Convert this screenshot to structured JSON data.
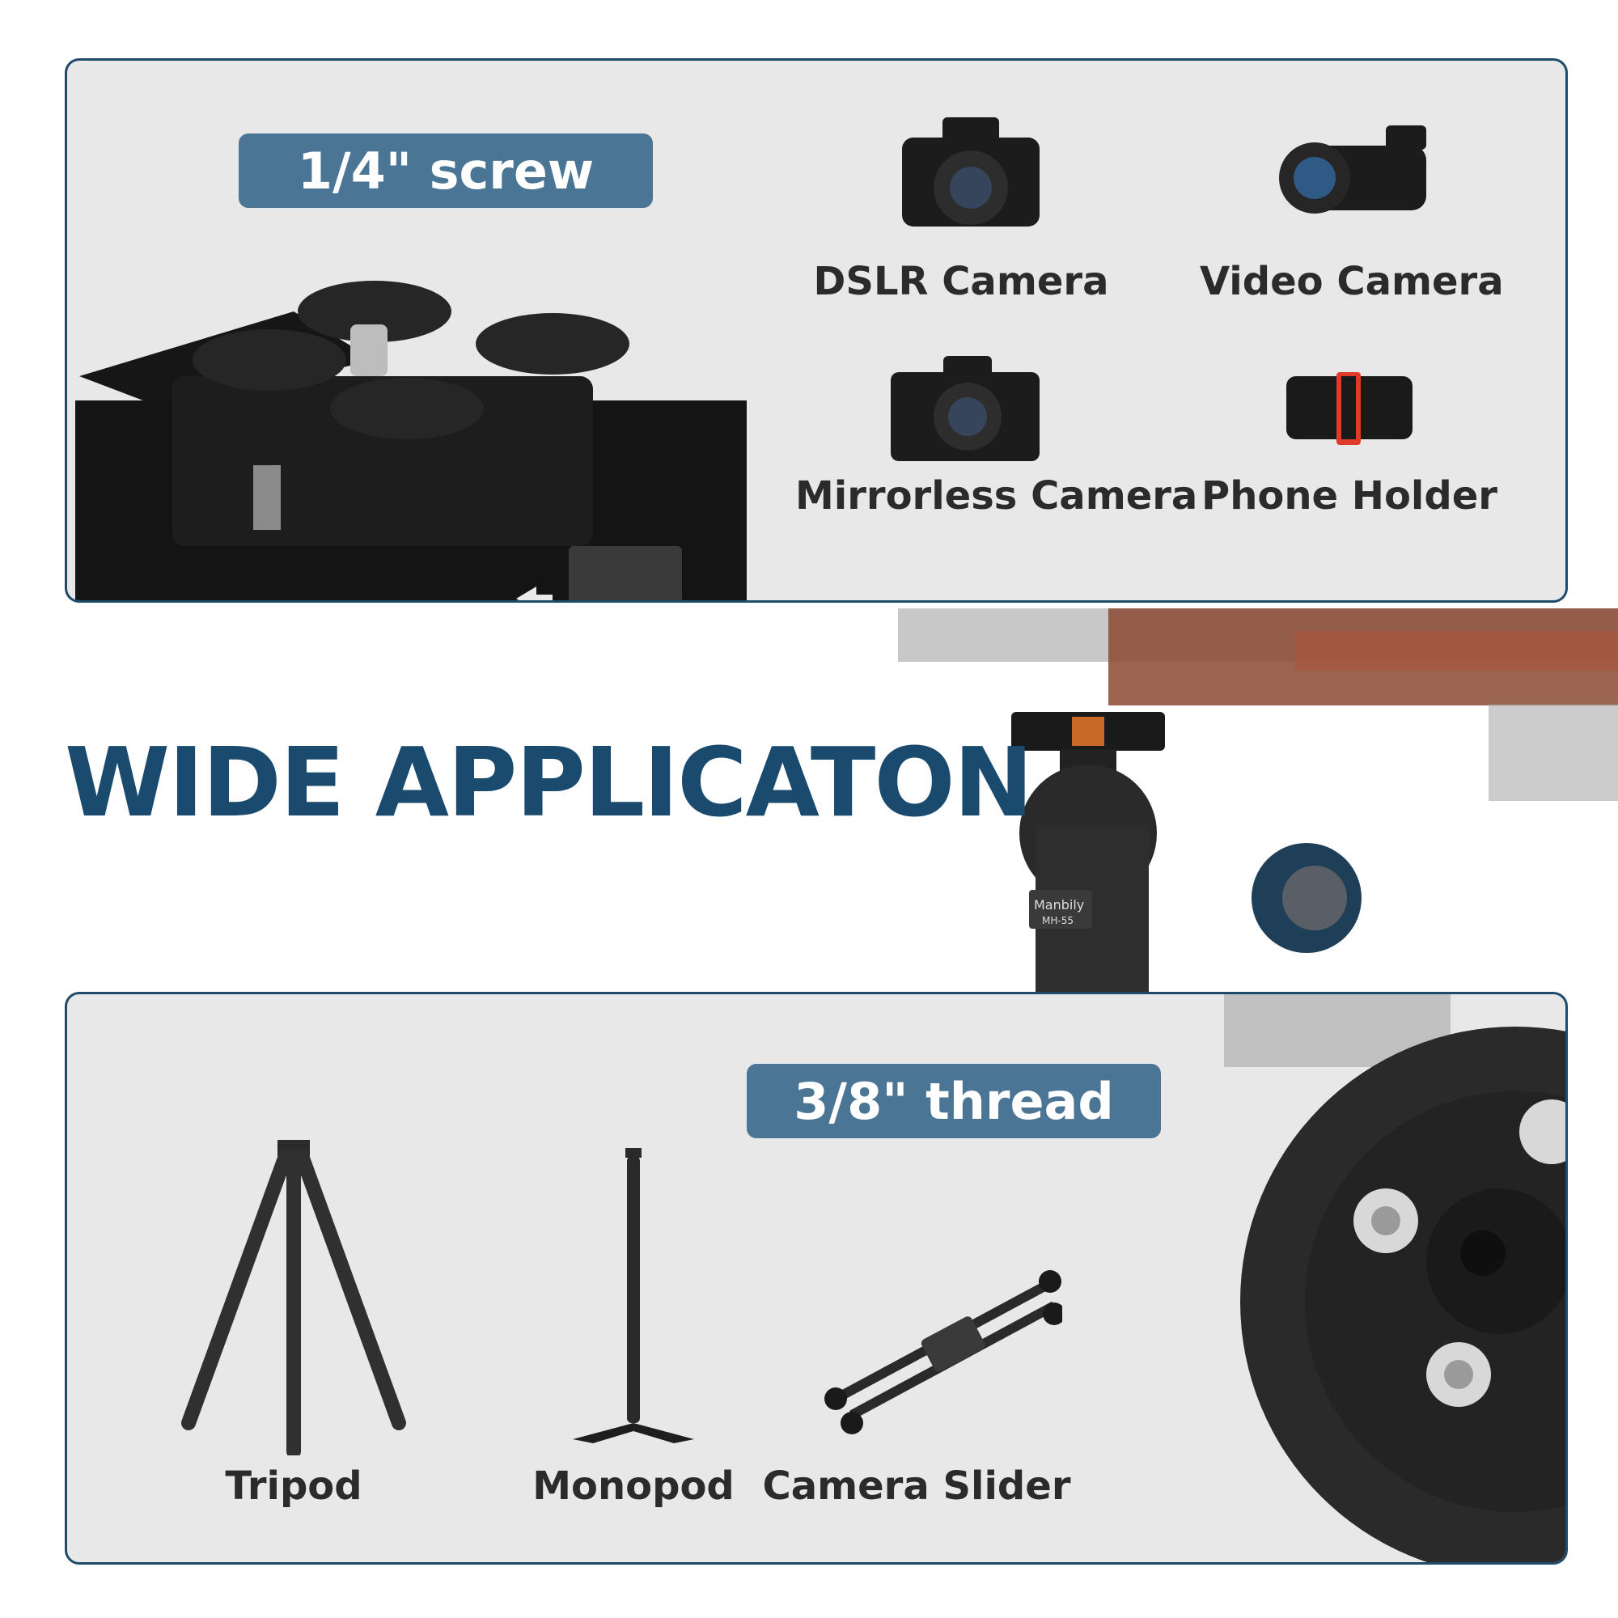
{
  "headline": "WIDE APPLICATON",
  "top_panel": {
    "badge": "1/4\" screw",
    "items": [
      {
        "label": "DSLR Camera",
        "icon": "dslr-camera-icon"
      },
      {
        "label": "Video Camera",
        "icon": "video-camera-icon"
      },
      {
        "label": "Mirrorless Camera",
        "icon": "mirrorless-camera-icon"
      },
      {
        "label": "Phone Holder",
        "icon": "phone-holder-icon"
      }
    ]
  },
  "bottom_panel": {
    "badge": "3/8\" thread",
    "items": [
      {
        "label": "Tripod",
        "icon": "tripod-icon"
      },
      {
        "label": "Monopod",
        "icon": "monopod-icon"
      },
      {
        "label": "Camera Slider",
        "icon": "camera-slider-icon"
      }
    ]
  },
  "ball_head": {
    "brand": "Manbily",
    "model": "MH-55"
  },
  "colors": {
    "accent": "#1a4a6e",
    "badge": "#4a7594",
    "panel": "#e8e8e8",
    "border": "#1f4b6b"
  }
}
